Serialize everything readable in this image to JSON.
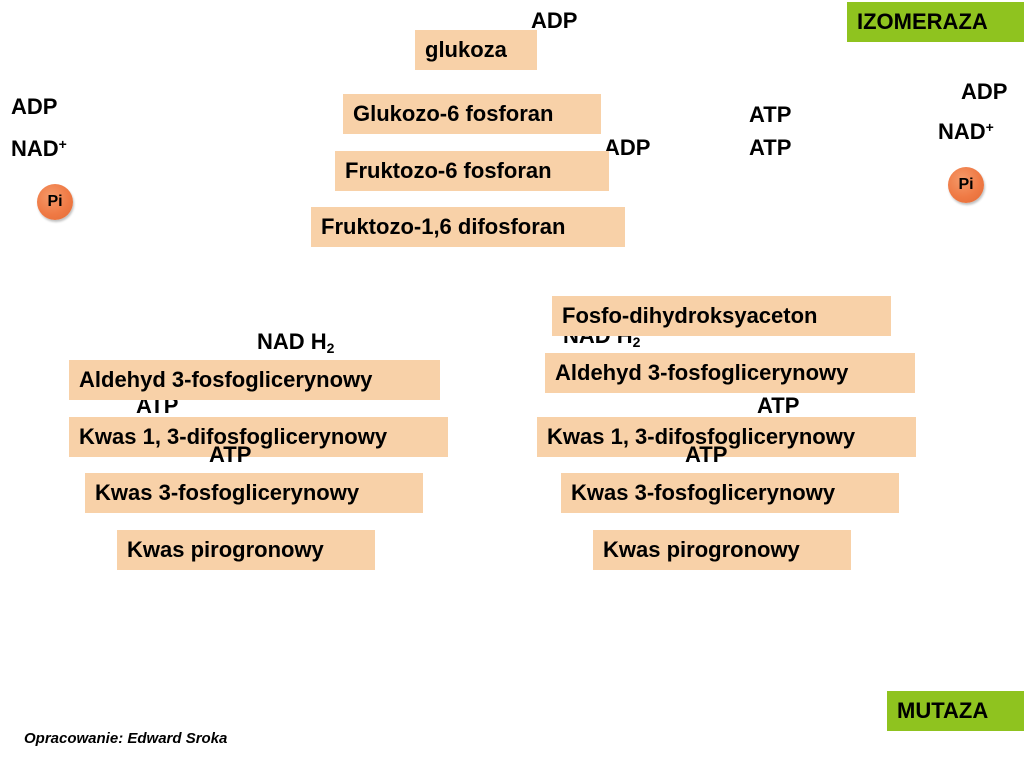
{
  "enzymes": {
    "izomeraza": "IZOMERAZA",
    "mutaza": "MUTAZA"
  },
  "upper_chain": {
    "glukoza": "glukoza",
    "glukozo6": "Glukozo-6 fosforan",
    "fruktozo6": "Fruktozo-6 fosforan",
    "fruktozo16": "Fruktozo-1,6 difosforan"
  },
  "left_chain": {
    "aldehyd": "Aldehyd 3-fosfoglicerynowy",
    "kwas13": "Kwas 1, 3-difosfoglicerynowy",
    "kwas3": "Kwas 3-fosfoglicerynowy",
    "pirogronowy": "Kwas pirogronowy"
  },
  "right_chain": {
    "fosfo": "Fosfo-dihydroksyaceton",
    "aldehyd": "Aldehyd 3-fosfoglicerynowy",
    "kwas13": "Kwas 1, 3-difosfoglicerynowy",
    "kwas3": "Kwas 3-fosfoglicerynowy",
    "pirogronowy": "Kwas pirogronowy"
  },
  "labels": {
    "adp": "ADP",
    "atp": "ATP",
    "nad": "NAD",
    "nad_plus": "+",
    "nad_h": "NAD H",
    "sub_two": "2",
    "pi": "Pi"
  },
  "colors": {
    "box_fill": "#f8d1a8",
    "enzyme_fill": "#8fc31f",
    "pi_fill": "#ef7a45"
  },
  "footer": "Opracowanie: Edward Sroka"
}
